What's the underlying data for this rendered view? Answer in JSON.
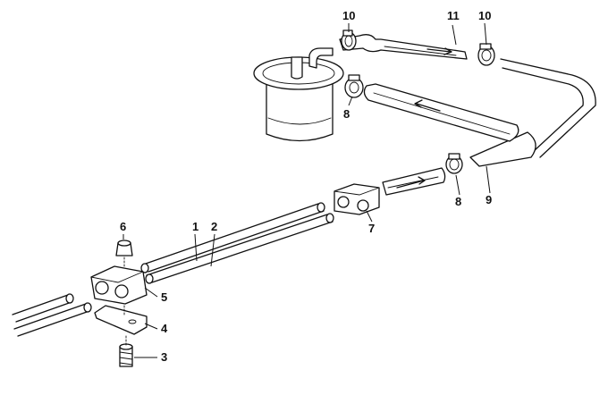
{
  "callouts": {
    "c1": "1",
    "c2": "2",
    "c3": "3",
    "c4": "4",
    "c5": "5",
    "c6": "6",
    "c7": "7",
    "c8a": "8",
    "c8b": "8",
    "c9": "9",
    "c10a": "10",
    "c10b": "10",
    "c11": "11"
  },
  "colors": {
    "line": "#111111",
    "background": "#ffffff"
  }
}
